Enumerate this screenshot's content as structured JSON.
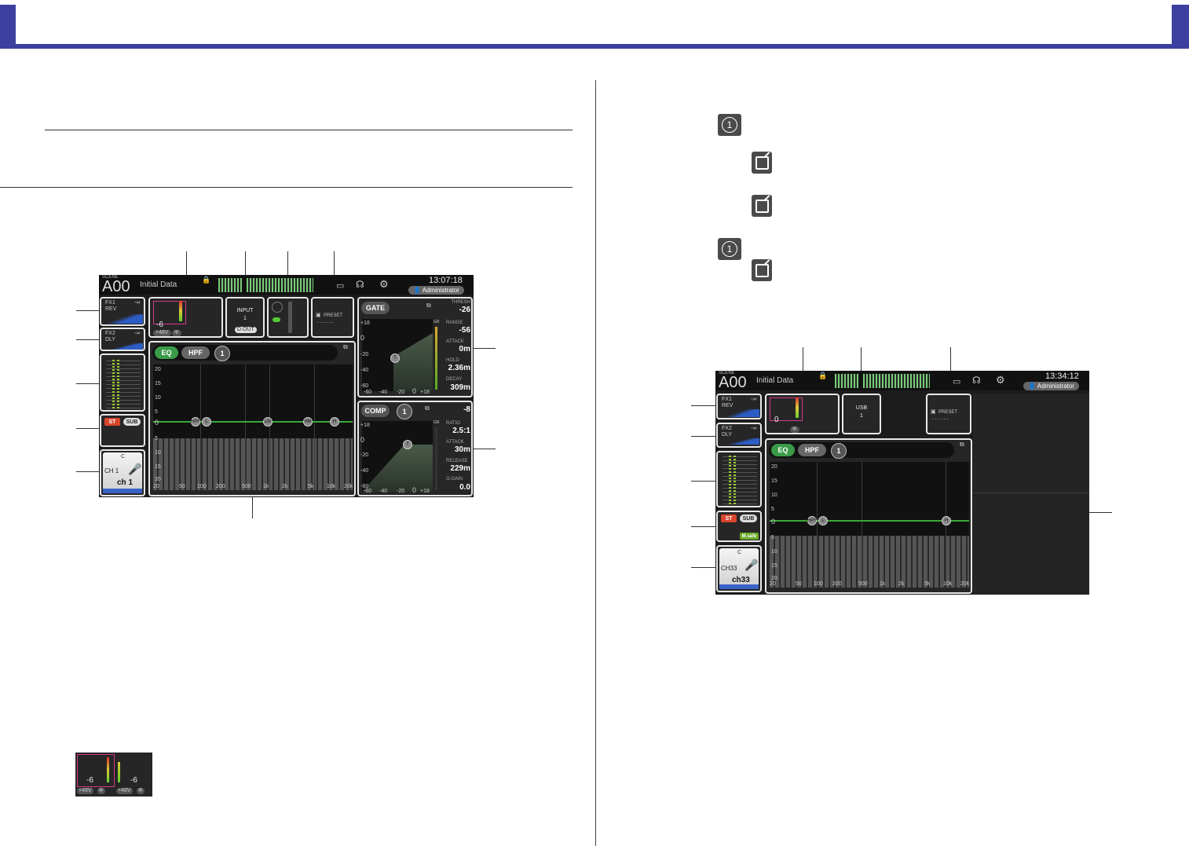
{
  "screen1": {
    "scene_label": "SCENE",
    "scene_id": "A00",
    "scene_name": "Initial Data",
    "clock": "13:07:18",
    "user": "Administrator",
    "fx1_name": "FX1",
    "fx1_type": "REV",
    "fx1_level": "-∞",
    "fx2_name": "FX2",
    "fx2_type": "DLY",
    "fx2_level": "-∞",
    "gain_value": "-6",
    "phantom": "+48V",
    "phase": "Φ",
    "input_label": "INPUT",
    "input_num": "1",
    "dout": "D.OUT",
    "preset": "PRESET",
    "preset_dashes": "- - - - - -",
    "eq_btn": "EQ",
    "hpf_btn": "HPF",
    "lib_num": "1",
    "eq_db_ticks": [
      "20",
      "15",
      "10",
      "5",
      "0",
      "5",
      "10",
      "15",
      "20"
    ],
    "eq_freq_ticks": [
      "20",
      "50",
      "100",
      "200",
      "500",
      "1k",
      "2k",
      "5k",
      "10k",
      "20k"
    ],
    "eq_nodes": [
      "HPF",
      "L",
      "LM",
      "HM",
      "H"
    ],
    "st_label": "ST",
    "sub_label": "SUB",
    "channel": "CH 1",
    "ch_name": "ch 1",
    "pan": "C",
    "gate_btn": "GATE",
    "gate_thresh_label": "THRESH",
    "gate_thresh": "-26",
    "gate_range_label": "RANGE",
    "gate_range": "-56",
    "gate_attack_label": "ATTACK",
    "gate_attack": "0m",
    "gate_hold_label": "HOLD",
    "gate_hold": "2.36m",
    "gate_decay_label": "DECAY",
    "gate_decay": "309m",
    "gate_y_ticks": [
      "+18",
      "0",
      "-20",
      "-40",
      "-60"
    ],
    "gate_x_ticks": [
      "-60",
      "-40",
      "-20",
      "0",
      "+18"
    ],
    "gr_label": "GR",
    "comp_btn": "COMP",
    "comp_thresh": "-8",
    "comp_ratio_label": "RATIO",
    "comp_ratio": "2.5:1",
    "comp_attack_label": "ATTACK",
    "comp_attack": "30m",
    "comp_release_label": "RELEASE",
    "comp_release": "229m",
    "comp_gain_label": "O.GAIN",
    "comp_gain": "0.0",
    "node_t": "T"
  },
  "screen2": {
    "scene_label": "SCENE",
    "scene_id": "A00",
    "scene_name": "Initial Data",
    "clock": "13:34:12",
    "user": "Administrator",
    "fx1_name": "FX1",
    "fx1_type": "REV",
    "fx1_level": "-∞",
    "fx2_name": "FX2",
    "fx2_type": "DLY",
    "fx2_level": "-∞",
    "gain_value": "0",
    "phase": "Φ",
    "input_label": "USB",
    "input_num": "1",
    "preset": "PRESET",
    "preset_dashes": "- - - - - -",
    "eq_btn": "EQ",
    "hpf_btn": "HPF",
    "lib_num": "1",
    "eq_db_ticks": [
      "20",
      "15",
      "10",
      "5",
      "0",
      "5",
      "10",
      "15",
      "20"
    ],
    "eq_freq_ticks": [
      "20",
      "50",
      "100",
      "200",
      "500",
      "1k",
      "2k",
      "5k",
      "10k",
      "20k"
    ],
    "eq_nodes": [
      "HPF",
      "L",
      "H"
    ],
    "st_label": "ST",
    "sub_label": "SUB",
    "msafe": "M.safe",
    "channel": "CH33",
    "ch_name": "ch33",
    "pan": "C"
  },
  "thumb": {
    "gain_left": "-6",
    "gain_right": "-6",
    "phantom": "+48V",
    "phase": "Φ"
  },
  "icons": {
    "library_number": "1"
  }
}
